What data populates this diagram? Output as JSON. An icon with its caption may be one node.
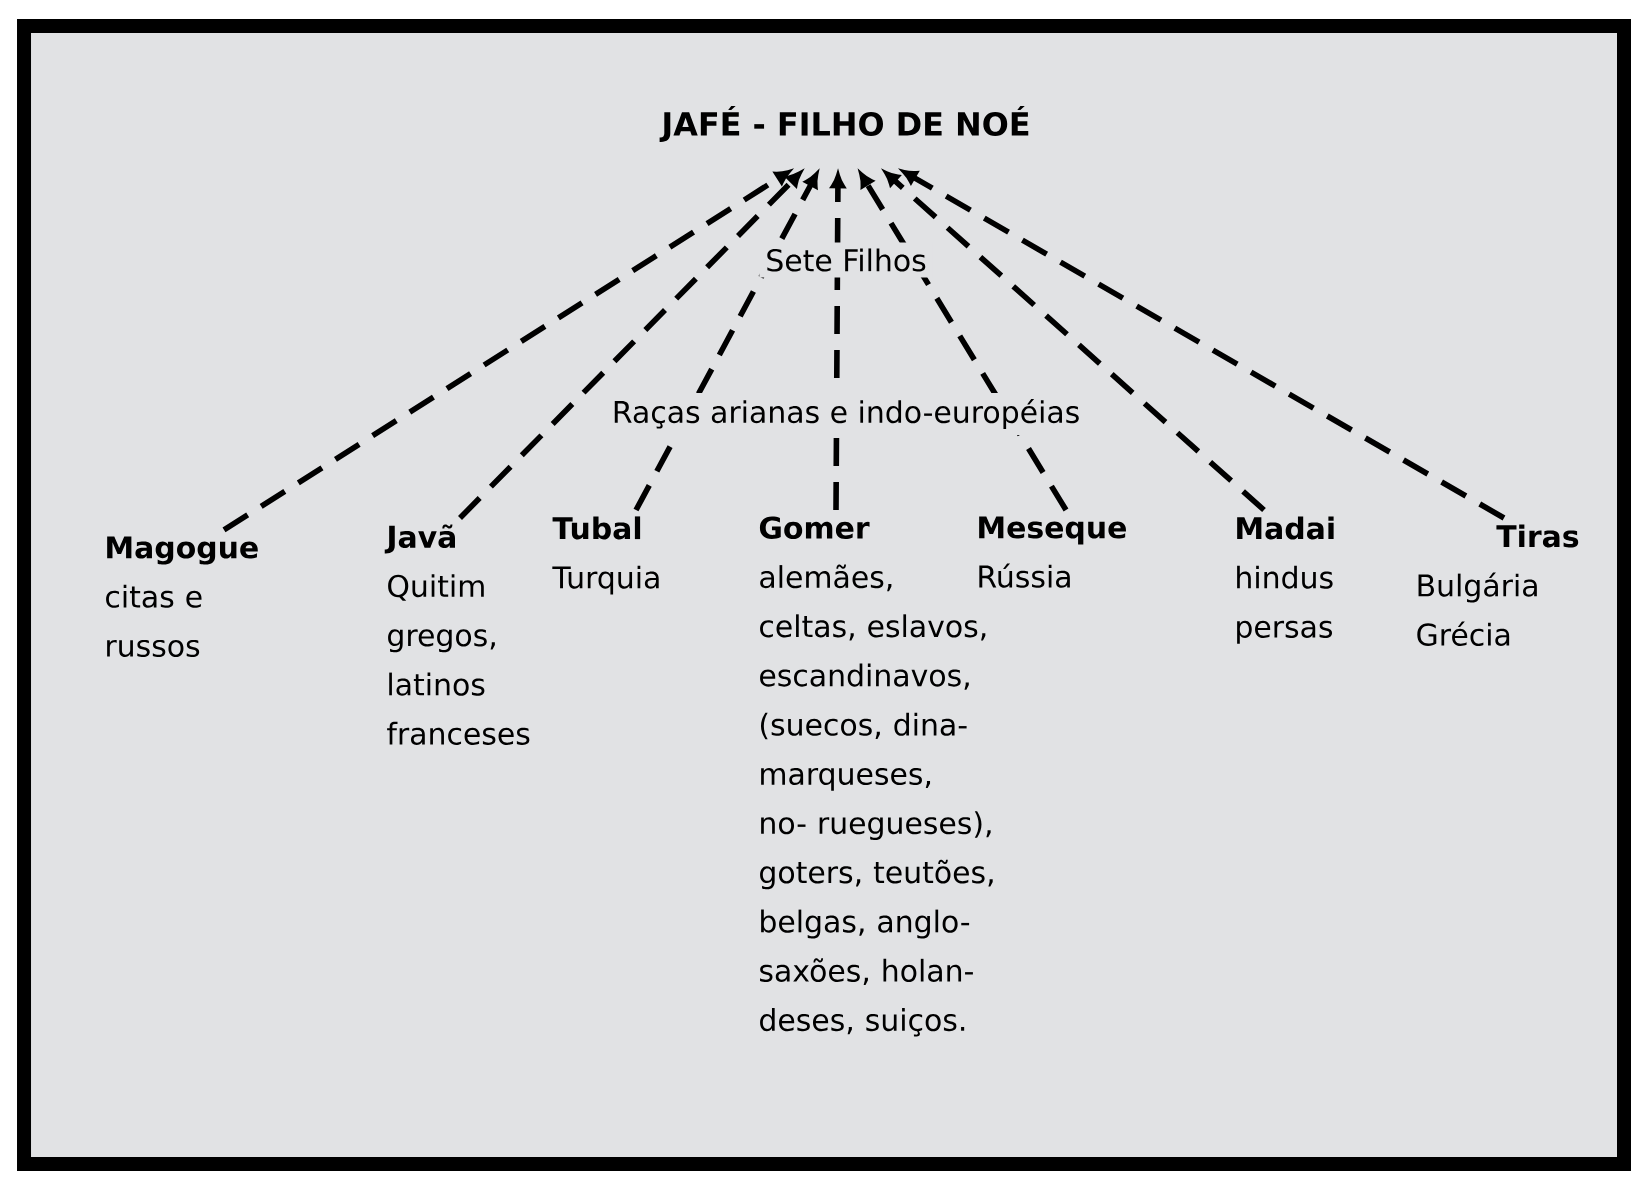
{
  "diagram": {
    "nodes": [
      {
        "text": [
          "JAFÉ - FILHO DE NOÉ"
        ]
      },
      {
        "text": [
          "Magogue",
          "citas e russos"
        ]
      },
      {
        "text": [
          "Javã",
          "Quitim",
          "gregos, latinos franceses"
        ]
      },
      {
        "text": [
          "Tubal",
          "Turquia"
        ]
      },
      {
        "text": [
          "Gomer",
          "alemães, celtas, eslavos, escandinavos, (suecos, dina- marqueses, no- ruegueses), goters, teutões, belgas, anglo- saxões, holan- deses, suiços."
        ]
      },
      {
        "text": [
          "Meseque",
          "Rússia"
        ]
      },
      {
        "text": [
          "Madai",
          "hindus persas"
        ]
      },
      {
        "text": [
          "Tiras",
          "Bulgária Grécia"
        ]
      }
    ],
    "edges": [
      {
        "from": 1,
        "to": 0,
        "arrow": "to",
        "style": "dashed"
      },
      {
        "from": 2,
        "to": 0,
        "arrow": "to",
        "style": "dashed"
      },
      {
        "from": 3,
        "to": 0,
        "arrow": "to",
        "style": "dashed"
      },
      {
        "from": 4,
        "to": 0,
        "arrow": "to",
        "style": "dashed"
      },
      {
        "from": 5,
        "to": 0,
        "arrow": "to",
        "style": "dashed"
      },
      {
        "from": 6,
        "to": 0,
        "arrow": "to",
        "style": "dashed"
      },
      {
        "from": 7,
        "to": 0,
        "arrow": "to",
        "style": "dashed"
      }
    ],
    "labels": [
      "Sete Filhos",
      "Raças arianas e indo-européias"
    ]
  }
}
